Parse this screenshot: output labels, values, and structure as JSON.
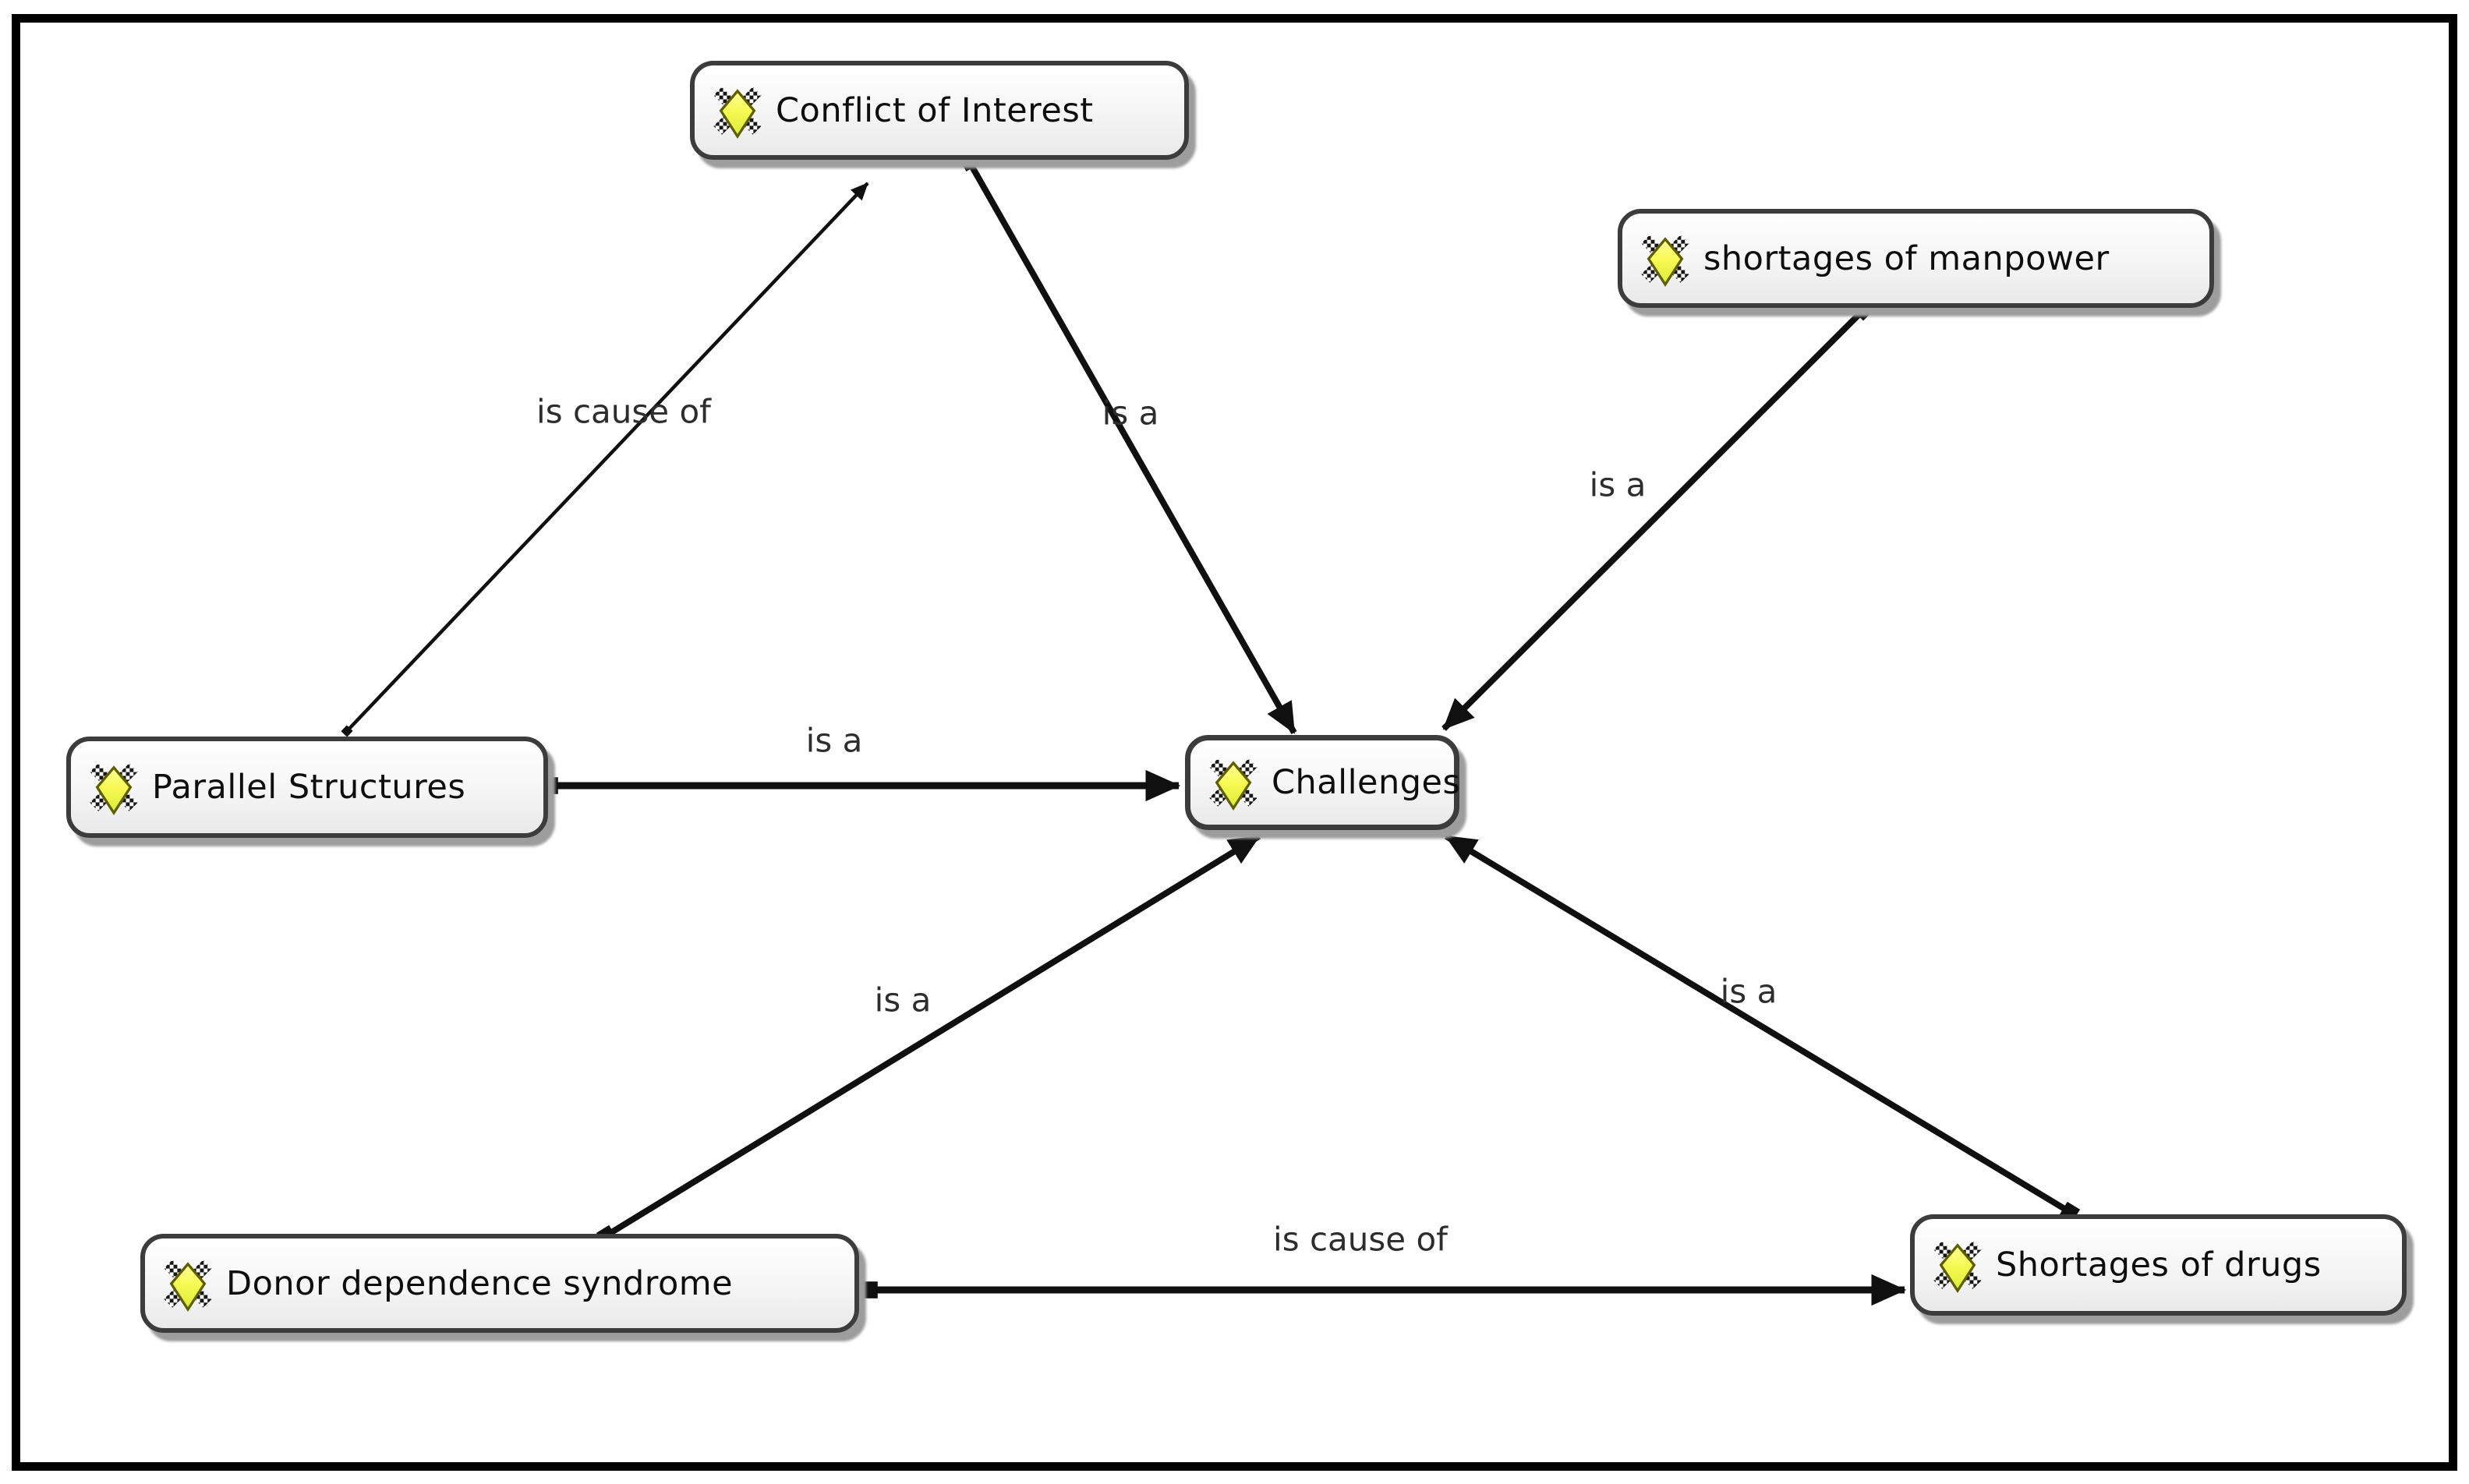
{
  "diagram": {
    "title": "",
    "nodes": [
      {
        "id": "conflict-of-interest",
        "label": "Conflict of Interest",
        "icon": "code-diamond-icon"
      },
      {
        "id": "shortages-of-manpower",
        "label": "shortages of manpower",
        "icon": "code-diamond-icon"
      },
      {
        "id": "parallel-structures",
        "label": "Parallel Structures",
        "icon": "code-diamond-icon"
      },
      {
        "id": "challenges",
        "label": "Challenges",
        "icon": "code-diamond-icon"
      },
      {
        "id": "donor-dependence-syndrome",
        "label": "Donor dependence syndrome",
        "icon": "code-diamond-icon"
      },
      {
        "id": "shortages-of-drugs",
        "label": "Shortages of drugs",
        "icon": "code-diamond-icon"
      }
    ],
    "edges": [
      {
        "from": "Parallel Structures",
        "to": "Conflict of Interest",
        "label": "is cause of"
      },
      {
        "from": "Conflict of Interest",
        "to": "Challenges",
        "label": "is a"
      },
      {
        "from": "shortages of manpower",
        "to": "Challenges",
        "label": "is a"
      },
      {
        "from": "Parallel Structures",
        "to": "Challenges",
        "label": "is a"
      },
      {
        "from": "Donor dependence syndrome",
        "to": "Challenges",
        "label": "is a"
      },
      {
        "from": "Shortages of drugs",
        "to": "Challenges",
        "label": "is a"
      },
      {
        "from": "Donor dependence syndrome",
        "to": "Shortages of drugs",
        "label": "is cause of"
      }
    ],
    "colors": {
      "background": "#ffffff",
      "frame": "#000000",
      "node_fill": "#f5f5f5",
      "node_border": "#3c3c3c",
      "node_shadow": "#9d9d9d",
      "edge": "#101010",
      "edge_label": "#2d2d2d",
      "icon_yellow": "#f6fa52"
    }
  }
}
